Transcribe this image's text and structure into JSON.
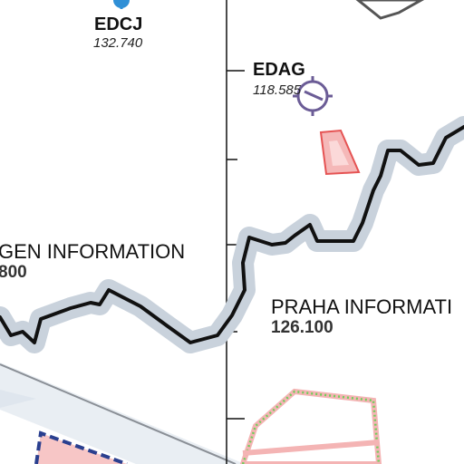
{
  "airfields": [
    {
      "code": "EDCJ",
      "frequency": "132.740"
    },
    {
      "code": "EDAG",
      "frequency": "118.585"
    }
  ],
  "fir_labels": [
    {
      "name": "GEN INFORMATION",
      "frequency": "800"
    },
    {
      "name": "PRAHA INFORMATI",
      "frequency": "126.100"
    }
  ],
  "colors": {
    "border_line": "#111111",
    "border_halo": "#c9d2dc",
    "airway_band": "#e8edf2",
    "restricted_fill": "#f5b8b8",
    "restricted_stroke": "#e55353",
    "aerodrome_symbol": "#6b5c96",
    "vor_symbol": "#2f8fd6",
    "dashed_area": "#2a3f8f",
    "green_dotted": "#6fcf5a"
  },
  "icons": [
    "aerodrome-symbol-icon",
    "vor-station-icon"
  ]
}
